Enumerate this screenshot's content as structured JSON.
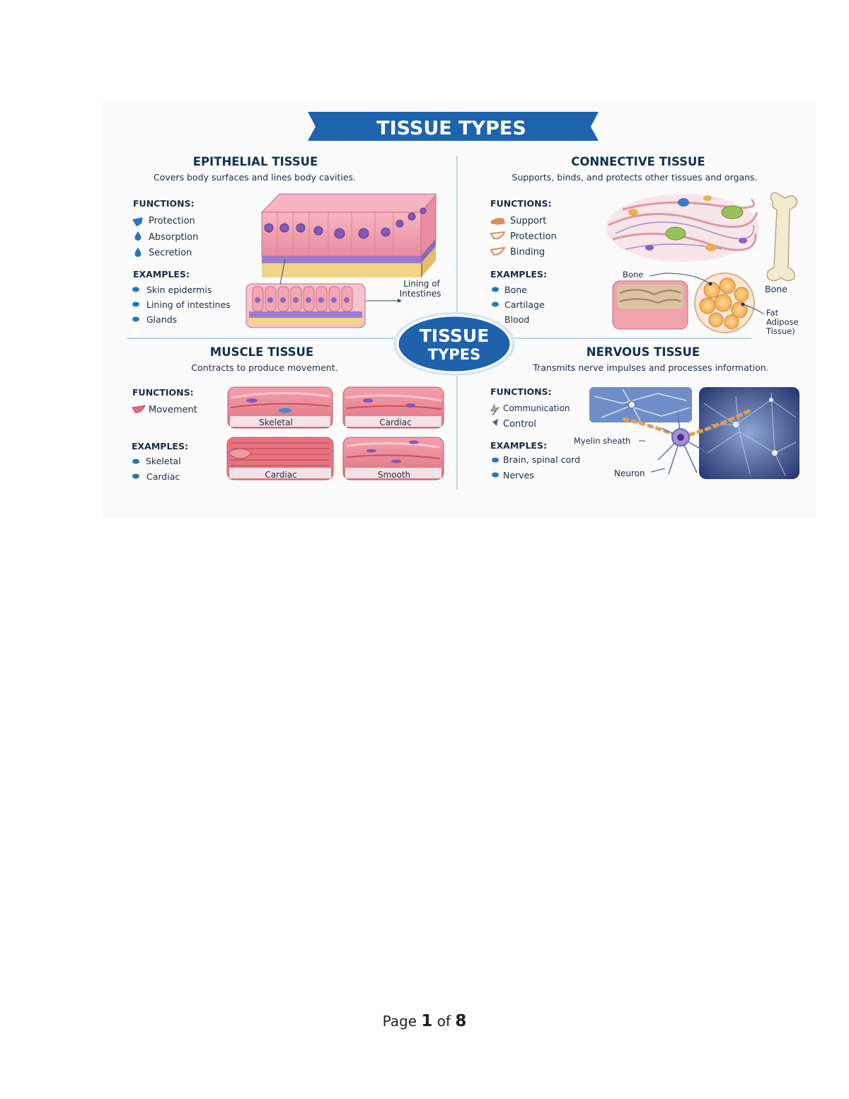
{
  "infographic": {
    "title": "TISSUE TYPES",
    "center_badge": {
      "line1": "TISSUE",
      "line2": "TYPES"
    },
    "epithelial": {
      "heading": "EPITHELIAL TISSUE",
      "description": "Covers body surfaces and lines body cavities.",
      "functions_label": "FUNCTIONS:",
      "functions": [
        "Protection",
        "Absorption",
        "Secretion"
      ],
      "examples_label": "EXAMPLES:",
      "examples": [
        "Skin epidermis",
        "Lining of intestines",
        "Glands"
      ],
      "callout_line1": "Lining of",
      "callout_line2": "Intestines"
    },
    "connective": {
      "heading": "CONNECTIVE TISSUE",
      "description": "Supports, binds, and protects other tissues and organs.",
      "functions_label": "FUNCTIONS:",
      "functions": [
        "Support",
        "Protection",
        "Binding"
      ],
      "examples_label": "EXAMPLES:",
      "examples": [
        "Bone",
        "Cartilage",
        "Blood"
      ],
      "bone_callout": "Bone",
      "bone_label": "Bone",
      "fat_line1": "Fat",
      "fat_line2": "Adipose",
      "fat_line3": "Tissue)"
    },
    "muscle": {
      "heading": "MUSCLE TISSUE",
      "description": "Contracts to produce movement.",
      "functions_label": "FUNCTIONS:",
      "functions": [
        "Movement"
      ],
      "examples_label": "EXAMPLES:",
      "examples": [
        "Skeletal",
        "Cardiac"
      ],
      "panels": [
        "Skeletal",
        "Cardiac",
        "Cardiac",
        "Smooth"
      ]
    },
    "nervous": {
      "heading": "NERVOUS TISSUE",
      "description": "Transmits nerve impulses and processes information.",
      "functions_label": "FUNCTIONS:",
      "functions": [
        "Communication",
        "Control"
      ],
      "examples_label": "EXAMPLES:",
      "examples": [
        "Brain,  spinal cord",
        "Nerves"
      ],
      "myelin_label": "Myelin sheath",
      "neuron_label": "Neuron"
    }
  },
  "footer": {
    "prefix": "Page",
    "current": "1",
    "middle": "of",
    "total": "8"
  },
  "colors": {
    "title_banner": "#1e64ad",
    "heading": "#152f52",
    "bullet": "#2277c0",
    "tissue_pink": "#ef9cae",
    "nerve_blue": "#3b5a98"
  }
}
